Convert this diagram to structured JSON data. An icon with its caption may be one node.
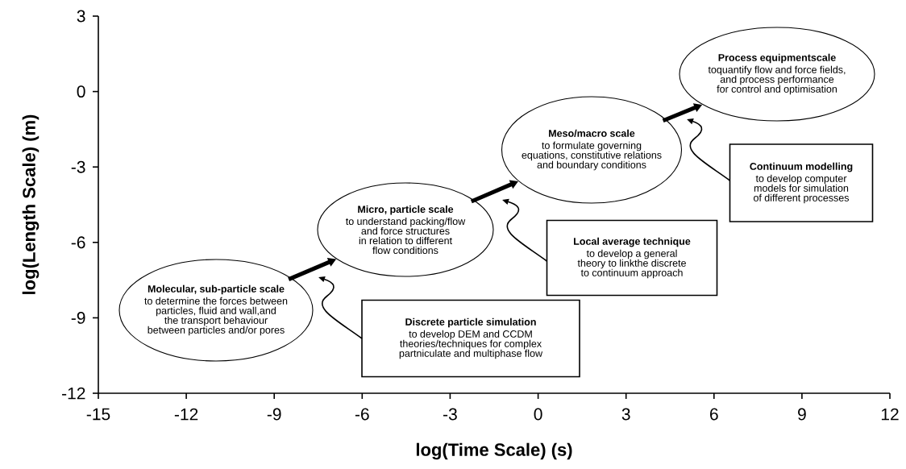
{
  "diagram": {
    "nodes": [
      {
        "text": [
          "Molecular, sub-particle scale",
          "to determine the forces between particles, fluid and wall,and the transport behaviour between particles and/or pores"
        ]
      },
      {
        "text": [
          "Micro, particle scale",
          "to understand packing/flow and force structures in relation to different flow conditions"
        ]
      },
      {
        "text": [
          "Meso/macro scale",
          "to formulate governing equations, constitutive relations and boundary conditions"
        ]
      },
      {
        "text": [
          "Process equipmentscale",
          "toquantify flow and force fields, and process performance for control and optimisation"
        ]
      },
      {
        "text": [
          "Discrete particle simulation",
          "to develop DEM and CCDM theories/techniques for complex partniculate and multiphase flow"
        ]
      },
      {
        "text": [
          "Local average technique",
          "to develop a general theory to linkthe discrete to continuum approach"
        ]
      },
      {
        "text": [
          "Continuum modelling",
          "to develop computer models for simulation of different processes"
        ]
      }
    ],
    "edges": [
      {
        "from": 0,
        "to": 1,
        "arrow": "to",
        "style": "thick"
      },
      {
        "from": 1,
        "to": 2,
        "arrow": "to",
        "style": "thick"
      },
      {
        "from": 2,
        "to": 3,
        "arrow": "to",
        "style": "thick"
      },
      {
        "from": 4,
        "to": null,
        "arrow": "to"
      },
      {
        "from": 5,
        "to": null,
        "arrow": "to"
      },
      {
        "from": 6,
        "to": null,
        "arrow": "to"
      }
    ],
    "labels": [
      "3",
      "0",
      "-3",
      "-6",
      "-9",
      "-12",
      "-15",
      "-12",
      "-9",
      "-6",
      "-3",
      "0",
      "3",
      "6",
      "9",
      "12",
      "log(Length Scale) (m)",
      "log(Time Scale) (s)"
    ]
  }
}
